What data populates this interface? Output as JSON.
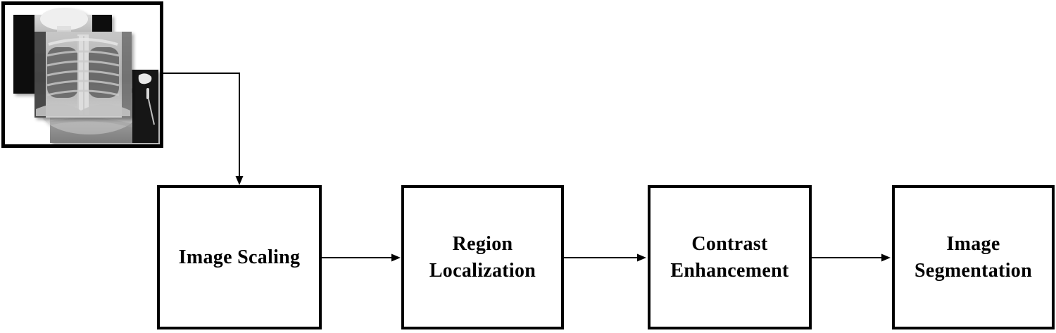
{
  "diagram": {
    "type": "flowchart",
    "colors": {
      "background": "#ffffff",
      "line": "#000000",
      "box_border": "#000000",
      "text": "#000000"
    },
    "input": {
      "icon": "chest-xray-image-stack",
      "description_images": [
        "neck-chest-xray",
        "chest-xray-front",
        "abdomen-shoulder-xray"
      ]
    },
    "nodes": [
      {
        "id": "image-scaling",
        "lines": [
          "Image Scaling"
        ]
      },
      {
        "id": "region-localization",
        "lines": [
          "Region",
          "Localization"
        ]
      },
      {
        "id": "contrast-enhancement",
        "lines": [
          "Contrast",
          "Enhancement"
        ]
      },
      {
        "id": "image-segmentation",
        "lines": [
          "Image",
          "Segmentation"
        ]
      }
    ],
    "connections": [
      {
        "from": "xray-image-stack",
        "to": "image-scaling"
      },
      {
        "from": "image-scaling",
        "to": "region-localization"
      },
      {
        "from": "region-localization",
        "to": "contrast-enhancement"
      },
      {
        "from": "contrast-enhancement",
        "to": "image-segmentation"
      }
    ]
  }
}
